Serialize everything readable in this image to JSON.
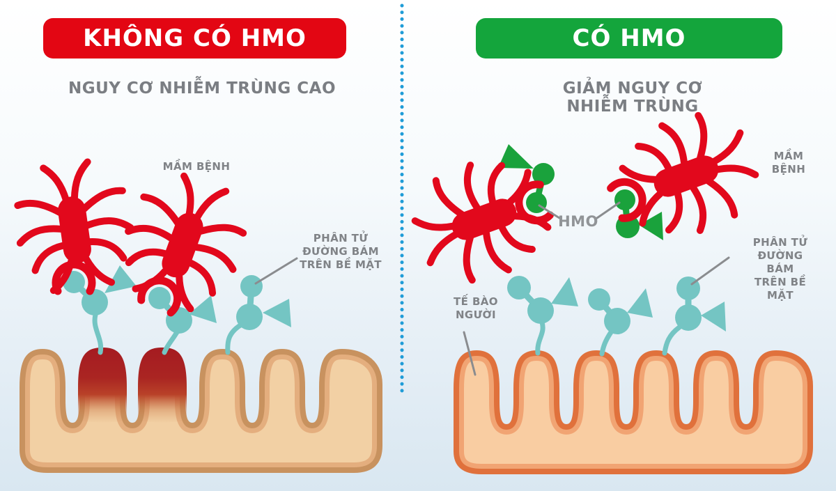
{
  "left_panel": {
    "banner": "KHÔNG CÓ HMO",
    "subtitle": "NGUY CƠ NHIỄM TRÙNG CAO",
    "labels": {
      "pathogen": "MẦM BỆNH",
      "sugar_molecule": "PHÂN TỬ\nĐƯỜNG BÁM\nTRÊN BỀ MẶT"
    }
  },
  "right_panel": {
    "banner": "CÓ HMO",
    "subtitle": "GIẢM NGUY CƠ NHIỄM TRÙNG",
    "labels": {
      "pathogen": "MẦM BỆNH",
      "hmo": "HMO",
      "human_cell": "TẾ BÀO\nNGƯỜI",
      "sugar_molecule": "PHÂN TỬ\nĐƯỜNG BÁM\nTRÊN BỀ MẶT"
    }
  },
  "icons": {
    "pathogen": "germ-icon",
    "sugar_molecule": "sugar-molecule-icon",
    "hmo_molecule": "hmo-molecule-icon",
    "intestinal_villi": "villi-icon",
    "divider": "dotted-divider"
  },
  "colors": {
    "banner_red": "#e30613",
    "banner_green": "#14a53c",
    "germ_red": "#e2081c",
    "infection_red": "#a51b21",
    "hmo_green": "#1aa23c",
    "sugar_teal": "#74c5c3",
    "villi_left_outline": "#c8925f",
    "villi_left_fill": "#f2d0a4",
    "villi_left_rim": "#e2a878",
    "villi_right_outline": "#e0713c",
    "villi_right_fill": "#f9cda2",
    "villi_right_rim": "#f09c6b",
    "text_gray": "#7b7e83",
    "label_gray": "#808387",
    "hmo_label_gray": "#919497",
    "leader_gray": "#8a8c8f",
    "divider_blue": "#1f9cd7"
  }
}
